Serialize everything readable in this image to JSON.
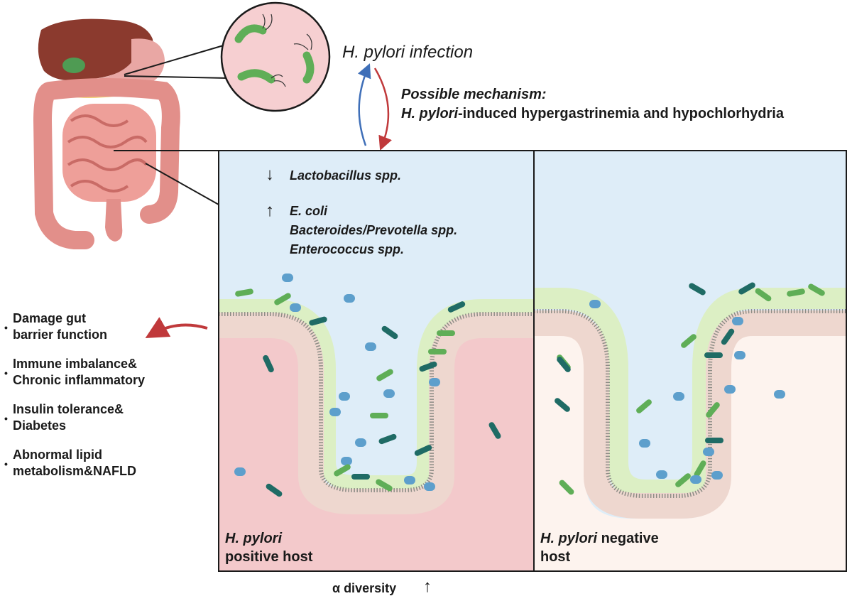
{
  "infection_label": "H. pylori infection",
  "mechanism": {
    "line1": "Possible mechanism:",
    "line2_italic": "H. pylori",
    "line2_rest": "-induced hypergastrinemia and hypochlorhydria"
  },
  "bacteria": {
    "down_arrow": "↓",
    "up_arrow": "↑",
    "decreased": [
      "Lactobacillus spp."
    ],
    "increased": [
      "E. coli",
      "Bacteroides/Prevotella spp.",
      "Enterococcus spp."
    ]
  },
  "outcomes": [
    [
      "Damage gut",
      "barrier function"
    ],
    [
      "Immune imbalance&",
      "Chronic inflammatory"
    ],
    [
      "Insulin tolerance&",
      "Diabetes"
    ],
    [
      "Abnormal lipid",
      "metabolism&NAFLD"
    ]
  ],
  "positive_host": {
    "italic": "H. pylori",
    "rest": "positive host"
  },
  "negative_host": {
    "italic": "H. pylori",
    "rest": " negative",
    "line2": "host"
  },
  "alpha_diversity": {
    "label": "α diversity",
    "arrow": "↑"
  },
  "colors": {
    "panel_blue": "#deedf8",
    "tissue_pink": "#f3c9cb",
    "tissue_cream": "#fdf3ee",
    "mucus_green": "#dcefc4",
    "epithelium": "#eed7cf",
    "bacteria_teal": "#1f6b65",
    "bacteria_green": "#5fae57",
    "bacteria_blue": "#5d9fcc",
    "arrow_red": "#c0393b",
    "arrow_blue": "#3f6fb8"
  }
}
